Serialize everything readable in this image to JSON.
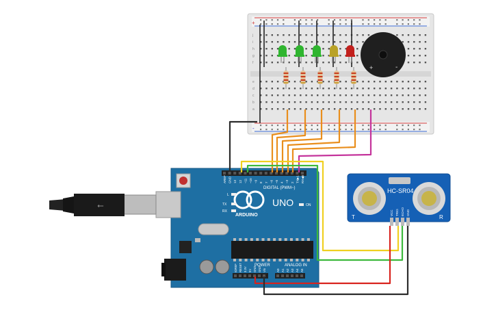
{
  "arduino": {
    "brand": "ARDUINO",
    "model": "UNO",
    "on_label": "ON",
    "tx_label": "TX",
    "rx_label": "RX",
    "l_label": "L",
    "digital_label": "DIGITAL (PWM~)",
    "power_label": "POWER",
    "analog_label": "ANALOG IN",
    "pin_labels_top": [
      "AREF",
      "GND",
      "13",
      "12",
      "~11",
      "~10",
      "~9",
      "8",
      "7",
      "~6",
      "~5",
      "4",
      "~3",
      "2",
      "TX▶1",
      "RX◀0"
    ],
    "pin_labels_power": [
      "IOREF",
      "RESET",
      "3.3V",
      "5V",
      "GND",
      "GND",
      "Vin"
    ],
    "pin_labels_analog": [
      "A0",
      "A1",
      "A2",
      "A3",
      "A4",
      "A5"
    ]
  },
  "sensor": {
    "name": "HC-SR04",
    "left_mark": "T",
    "right_mark": "R",
    "pins": [
      "VCC",
      "TRIG",
      "ECHO",
      "GND"
    ]
  },
  "breadboard": {
    "row_letters_top": [
      "j",
      "i",
      "h",
      "g",
      "f"
    ],
    "row_letters_bottom": [
      "e",
      "d",
      "c",
      "b",
      "a"
    ],
    "plus_sign": "+",
    "minus_sign": "-"
  },
  "buzzer": {
    "plus": "+",
    "minus": "-"
  },
  "leds": [
    {
      "color": "#2fb52f",
      "name": "green"
    },
    {
      "color": "#2fb52f",
      "name": "green"
    },
    {
      "color": "#2fb52f",
      "name": "green"
    },
    {
      "color": "#b9a227",
      "name": "yellow"
    },
    {
      "color": "#c2201d",
      "name": "red"
    }
  ],
  "wire_colors": {
    "black": "#2b2b2b",
    "orange": "#e98e1c",
    "magenta": "#c4339b",
    "yellow": "#f0d020",
    "green": "#3cb93c",
    "red": "#d8231d"
  }
}
